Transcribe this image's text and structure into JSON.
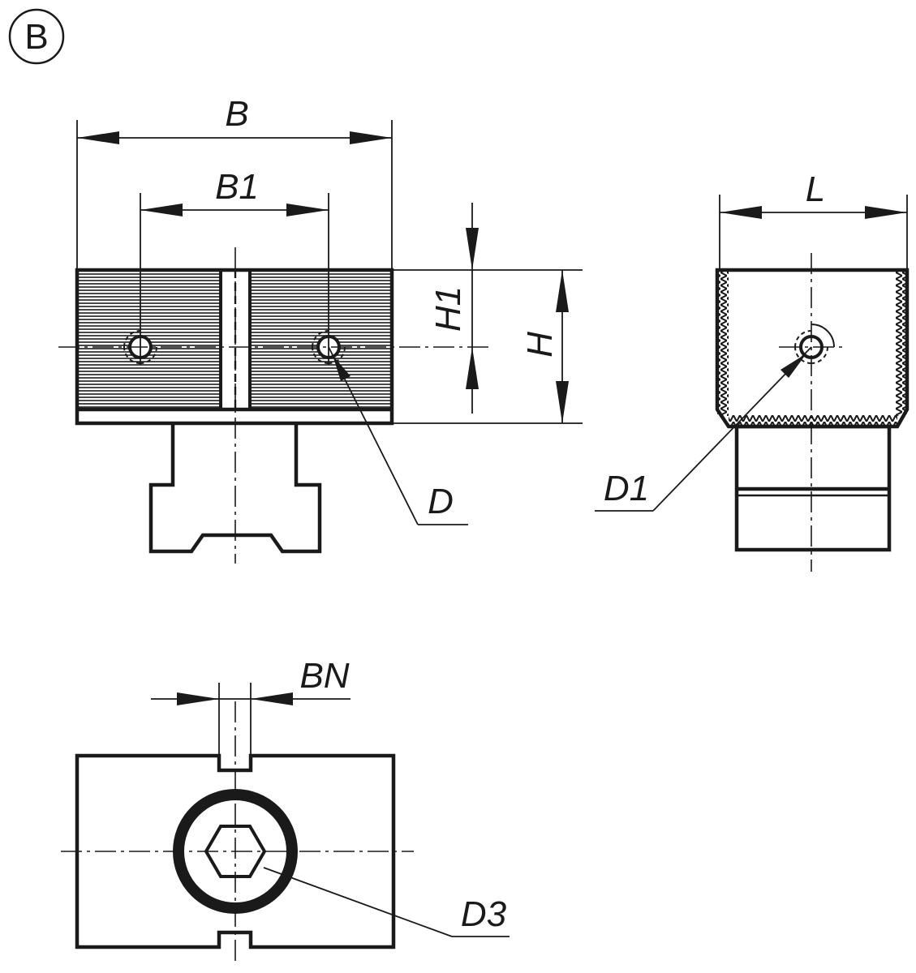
{
  "view_marker": "B",
  "dimensions": {
    "b": "B",
    "b1": "B1",
    "h": "H",
    "h1": "H1",
    "l": "L",
    "d": "D",
    "d1": "D1",
    "bn": "BN",
    "d3": "D3"
  },
  "colors": {
    "line": "#1a1a1a",
    "background": "#ffffff"
  }
}
